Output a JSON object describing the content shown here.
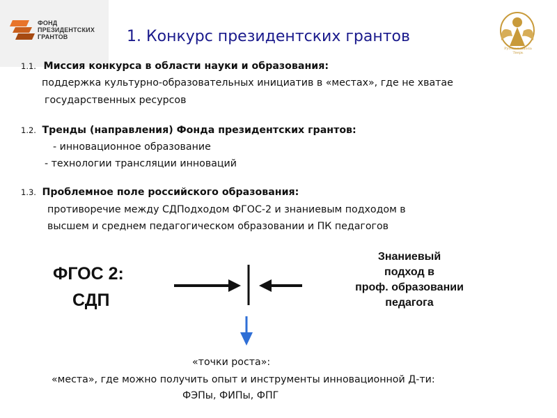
{
  "logo": {
    "line1": "ФОНД",
    "line2": "ПРЕЗИДЕНТСКИХ",
    "line3": "ГРАНТОВ"
  },
  "title": "1. Конкурс президентских грантов",
  "emblem": {
    "caption_line1": "Русская школа",
    "caption_line2": "Тверь"
  },
  "sections": [
    {
      "number": "1.1.",
      "heading": "Миссия конкурса в области науки и образования:",
      "lines": [
        "поддержка культурно-образовательных инициатив в «местах», где не хватае",
        "государственных ресурсов"
      ]
    },
    {
      "number": "1.2.",
      "heading": "Тренды (направления) Фонда президентских грантов:",
      "lines": [
        "- инновационное образование",
        "- технологии трансляции инноваций"
      ]
    },
    {
      "number": "1.3.",
      "heading": "Проблемное поле российского образования:",
      "lines": [
        "противоречие между СДПодходом ФГОС-2 и знаниевым подходом в",
        "высшем и среднем педагогическом образовании и ПК педагогов"
      ]
    }
  ],
  "diagram": {
    "left_line1": "ФГОС 2:",
    "left_line2": "СДП",
    "right_lines": [
      "Знаниевый",
      "подход в",
      "проф. образовании",
      "педагога"
    ]
  },
  "bottom": {
    "line1": "«точки роста»:",
    "line2": "«места», где можно получить опыт и инструменты инновационной Д-ти:",
    "line3": "ФЭПы, ФИПы, ФПГ"
  },
  "colors": {
    "title": "#1a1a8c",
    "down_arrow": "#2f6fd6",
    "logo_orange": "#e8742a",
    "emblem_gold": "#c89a3a"
  }
}
